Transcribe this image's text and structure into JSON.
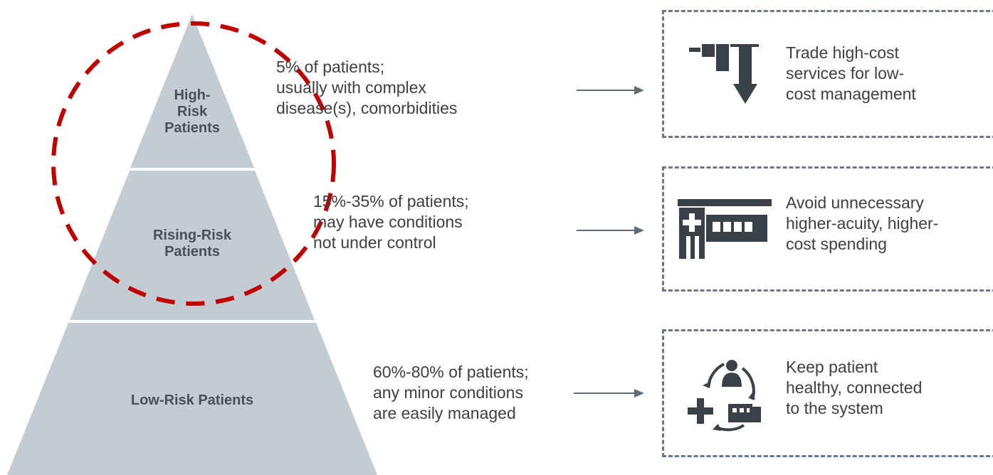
{
  "pyramid": {
    "tiers": [
      {
        "id": "high",
        "label_lines": [
          "High-",
          "Risk",
          "Patients"
        ],
        "desc_lines": [
          "5% of patients;",
          "usually with complex",
          "disease(s), comorbidities"
        ],
        "outcome_lines": [
          "Trade high-cost",
          "services for low-",
          "cost management"
        ],
        "icon": "cost-down-arrow-icon"
      },
      {
        "id": "rising",
        "label_lines": [
          "Rising-Risk",
          "Patients"
        ],
        "desc_lines": [
          "15%-35% of patients;",
          "may have conditions",
          "not under control"
        ],
        "outcome_lines": [
          "Avoid unnecessary",
          "higher-acuity, higher-",
          "cost spending"
        ],
        "icon": "hospital-icon"
      },
      {
        "id": "low",
        "label_lines": [
          "Low-Risk Patients"
        ],
        "desc_lines": [
          "60%-80% of patients;",
          "any minor conditions",
          "are easily managed"
        ],
        "outcome_lines": [
          "Keep patient",
          "healthy, connected",
          "to the system"
        ],
        "icon": "patient-care-cycle-icon"
      }
    ]
  },
  "colors": {
    "pyramid_fill": "#c3ccd3",
    "text": "#3f3f3f",
    "arrow": "#5f6b75",
    "box_border": "#6d7780",
    "icon": "#3b4148",
    "highlight_circle": "#c00000"
  }
}
